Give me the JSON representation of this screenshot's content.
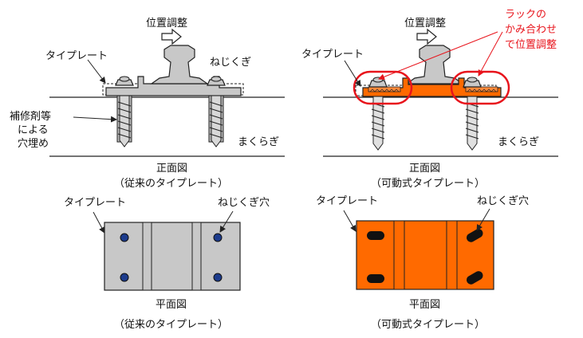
{
  "colors": {
    "conventional_plate": "#c8c8c8",
    "movable_plate": "#ff6a00",
    "highlight": "#e8141c",
    "hole_blue": "#1c3b8c",
    "outline": "#222222"
  },
  "left": {
    "position_adjust": "位置調整",
    "tie_plate": "タイプレート",
    "screw_spike": "ねじくぎ",
    "repair_label": [
      "補修剤等",
      "による",
      "穴埋め"
    ],
    "sleeper": "まくらぎ",
    "front_view": "正面図",
    "front_caption": "（従来のタイプレート）",
    "plan_tie_plate": "タイプレート",
    "plan_screw_hole": "ねじくぎ穴",
    "plan_view": "平面図",
    "plan_caption": "（従来のタイプレート）"
  },
  "right": {
    "position_adjust": "位置調整",
    "rack_label": [
      "ラックの",
      "かみ合わせ",
      "で位置調整"
    ],
    "tie_plate": "タイプレート",
    "sleeper": "まくらぎ",
    "front_view": "正面図",
    "front_caption": "（可動式タイプレート）",
    "plan_tie_plate": "タイプレート",
    "plan_screw_hole": "ねじくぎ穴",
    "plan_view": "平面図",
    "plan_caption": "（可動式タイプレート）"
  }
}
